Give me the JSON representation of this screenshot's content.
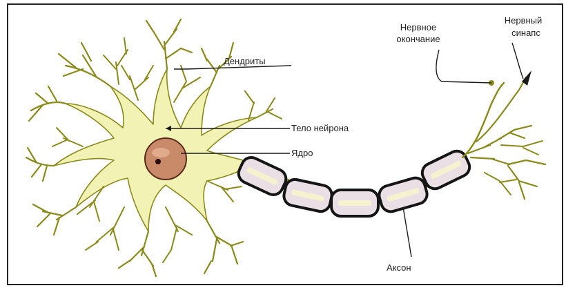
{
  "colors": {
    "cell_fill": "#f1f2b4",
    "dendrite_stroke": "#8a8a18",
    "nucleus_fill": "#c98a6a",
    "nucleus_dot": "#2a0d08",
    "myelin_fill": "#eadfe4",
    "myelin_border": "#151515",
    "axon_core": "#f6f1cf"
  },
  "labels": {
    "dendrites": "Дендриты",
    "cell_body": "Тело нейрона",
    "nucleus": "Ядро",
    "axon": "Аксон",
    "nerve_ending_line1": "Нервное",
    "nerve_ending_line2": "окончание",
    "synapse_line1": "Нервный",
    "synapse_line2": "синапс"
  }
}
